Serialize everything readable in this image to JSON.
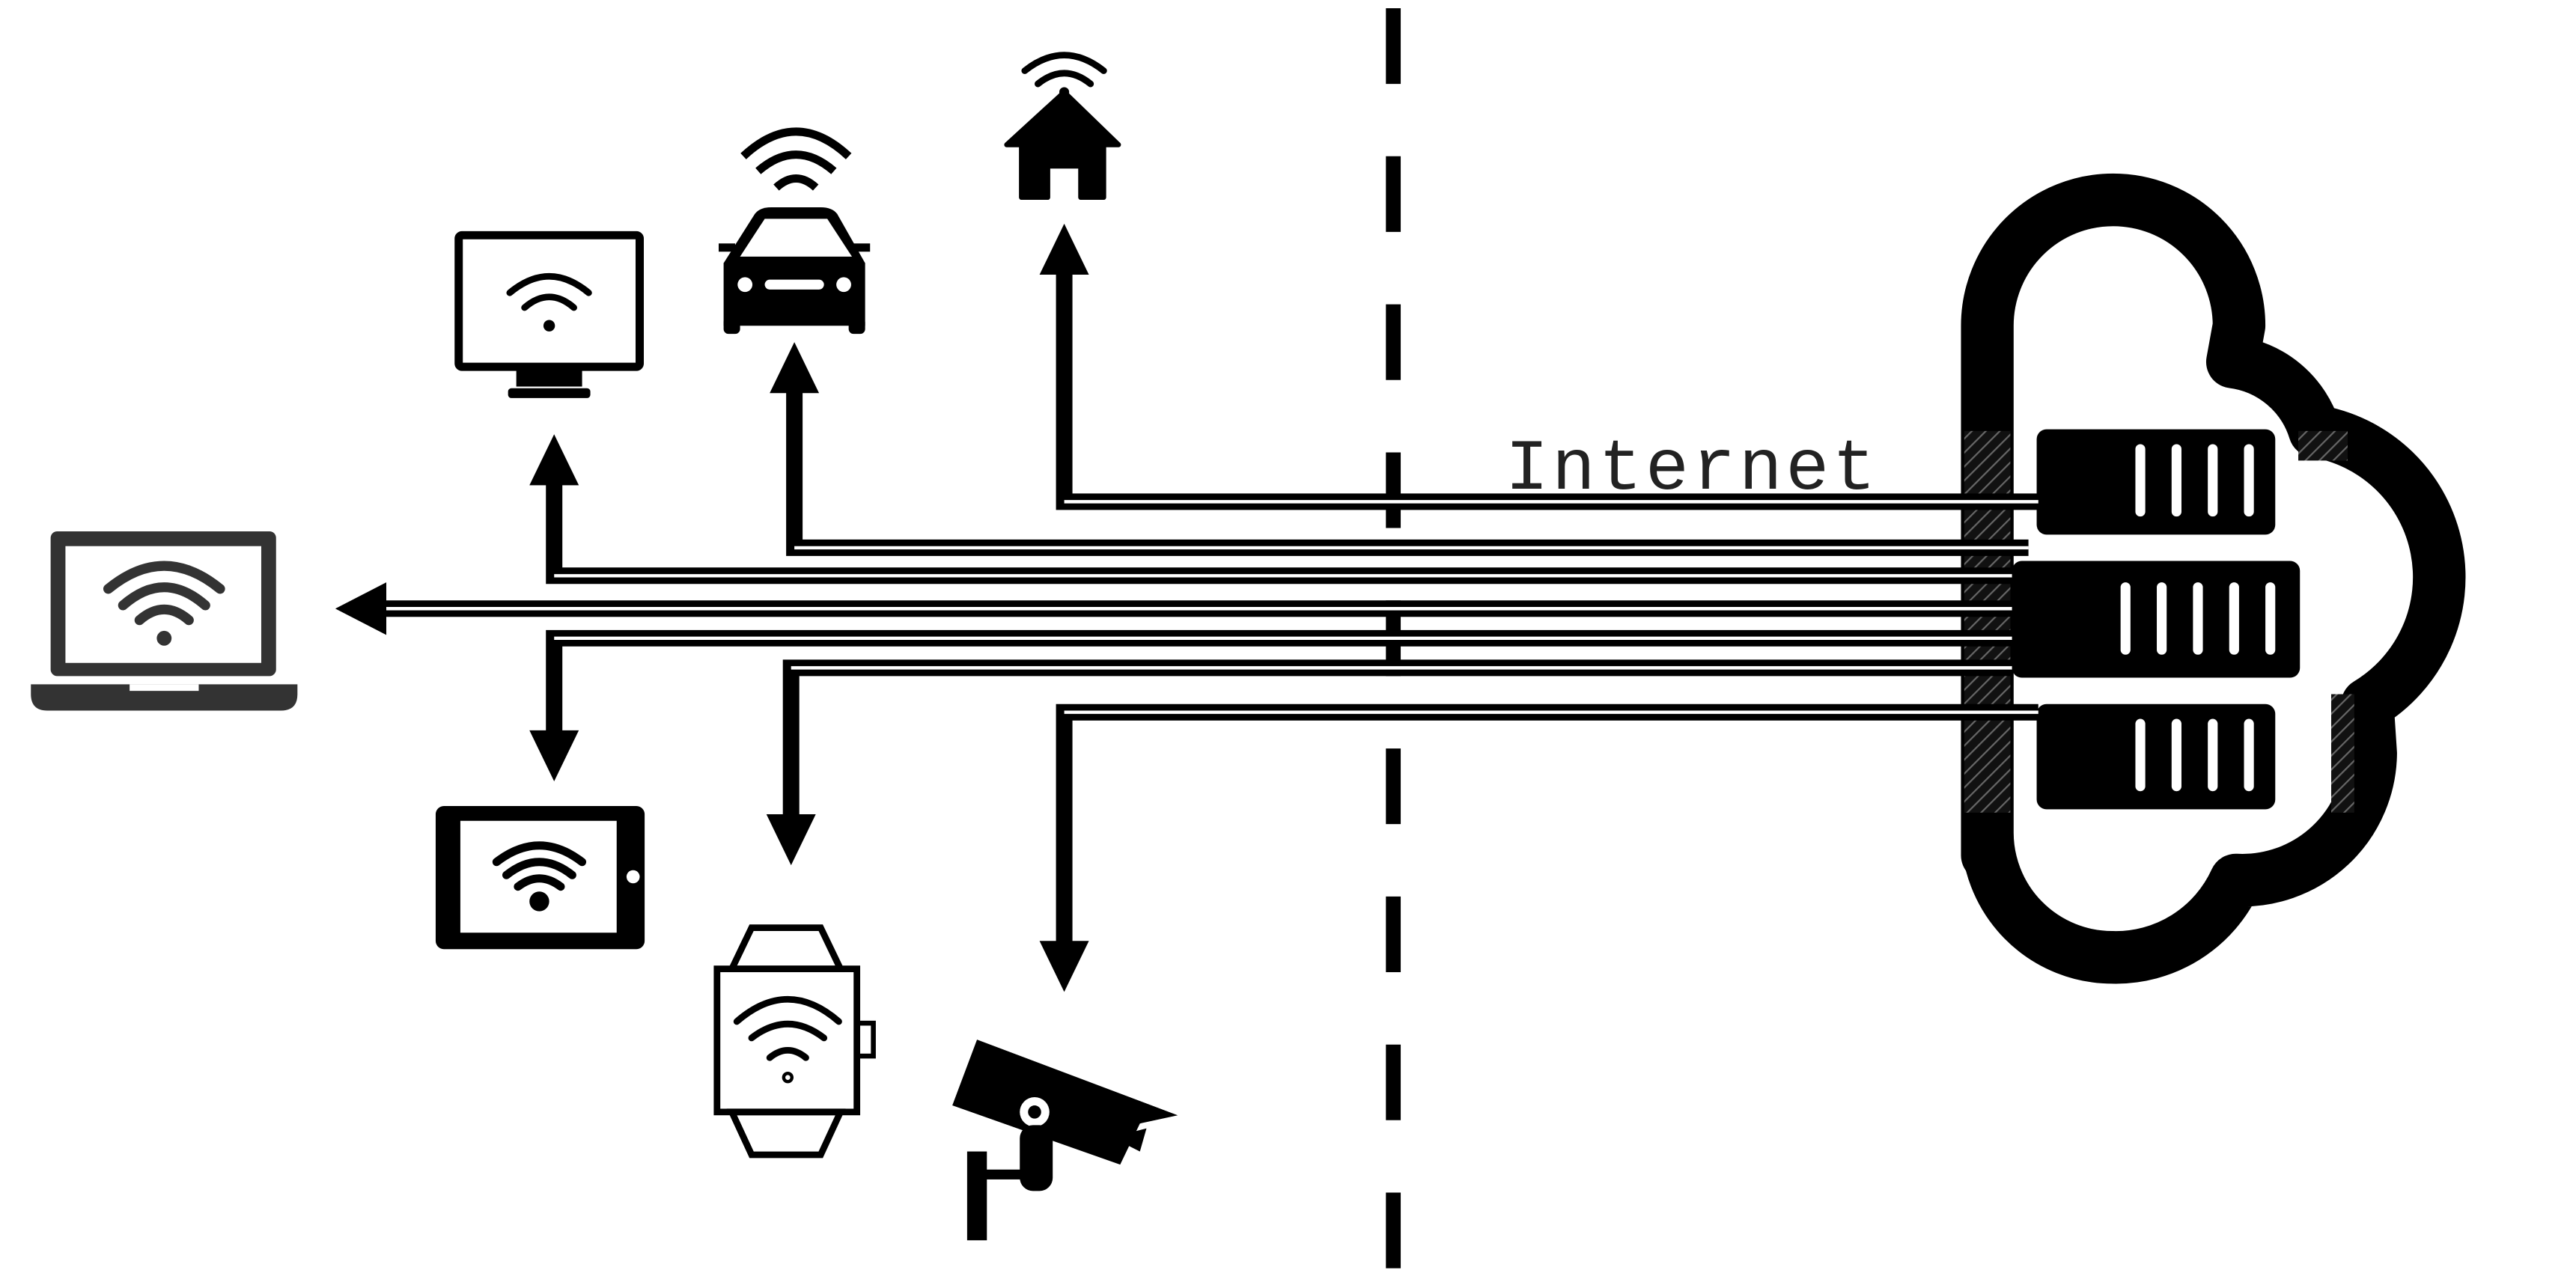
{
  "diagram": {
    "internet_label": "Internet",
    "cloud_icon": "cloud-icon",
    "server_icon": "server-rack-icon",
    "boundary": "dashed-line",
    "devices": [
      {
        "id": "laptop",
        "icon": "laptop-wifi-icon"
      },
      {
        "id": "monitor",
        "icon": "monitor-wifi-icon"
      },
      {
        "id": "car",
        "icon": "connected-car-icon"
      },
      {
        "id": "home",
        "icon": "smart-home-icon"
      },
      {
        "id": "tablet",
        "icon": "tablet-wifi-icon"
      },
      {
        "id": "watch",
        "icon": "smartwatch-wifi-icon"
      },
      {
        "id": "camera",
        "icon": "security-camera-icon"
      }
    ],
    "colors": {
      "stroke": "#000000",
      "background": "#ffffff",
      "hatch": "#555555"
    }
  }
}
